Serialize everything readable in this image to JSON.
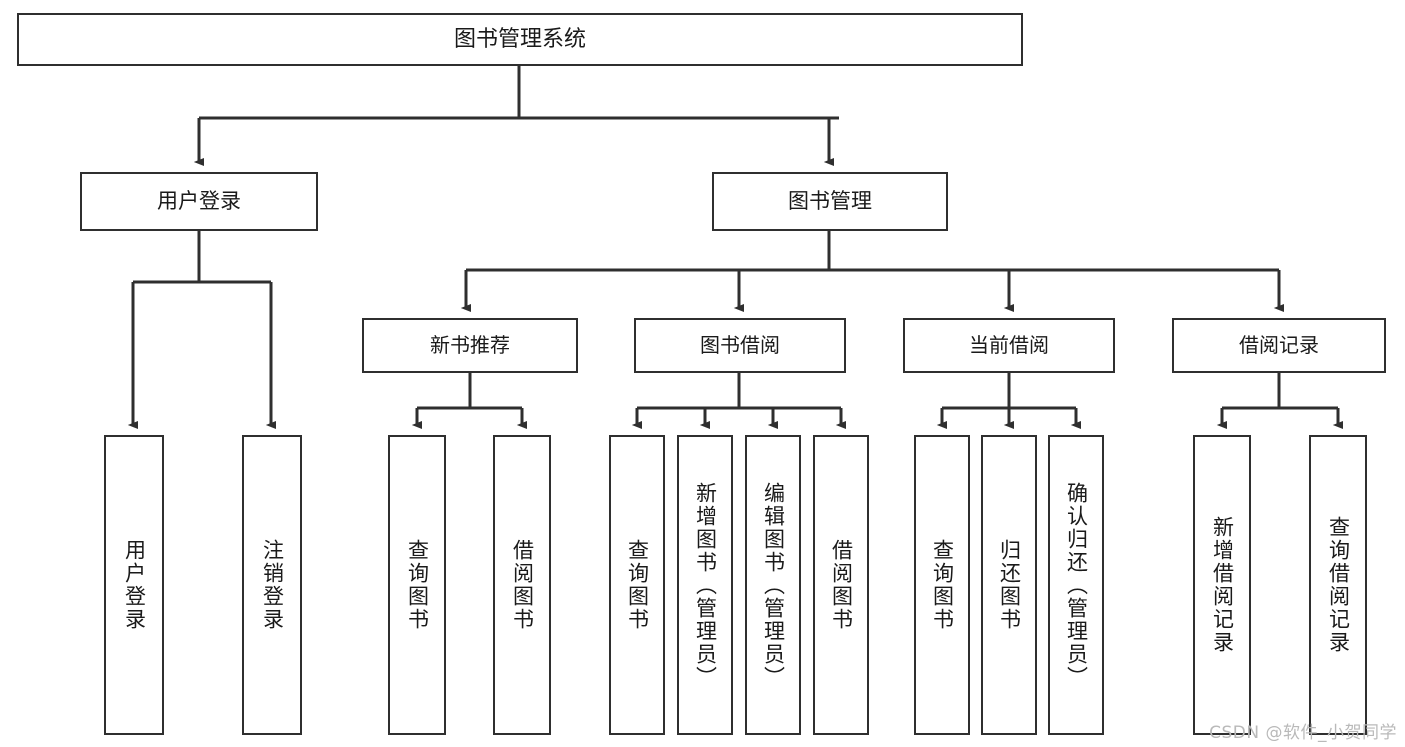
{
  "diagram": {
    "title": "图书管理系统",
    "type": "tree-hierarchy-diagram",
    "watermark": "CSDN @软件_小贺同学",
    "colors": {
      "stroke": "#2f2f2f",
      "fill": "#ffffff",
      "text": "#1a1a1a",
      "watermark": "#b9b9b9"
    },
    "nodes": {
      "root": {
        "label": "图书管理系统"
      },
      "level2": [
        {
          "id": "user-login",
          "label": "用户登录"
        },
        {
          "id": "book-management",
          "label": "图书管理"
        }
      ],
      "level3": [
        {
          "id": "new-book-recommend",
          "label": "新书推荐"
        },
        {
          "id": "book-borrow",
          "label": "图书借阅"
        },
        {
          "id": "current-borrow",
          "label": "当前借阅"
        },
        {
          "id": "borrow-record",
          "label": "借阅记录"
        }
      ],
      "leaves": {
        "user-login": [
          {
            "id": "leaf-user-login",
            "label": "用户登录"
          },
          {
            "id": "leaf-logout-login",
            "label": "注销登录"
          }
        ],
        "new-book-recommend": [
          {
            "id": "leaf-query-book-1",
            "label": "查询图书"
          },
          {
            "id": "leaf-borrow-book-1",
            "label": "借阅图书"
          }
        ],
        "book-borrow": [
          {
            "id": "leaf-query-book-2",
            "label": "查询图书"
          },
          {
            "id": "leaf-add-book",
            "label": "新增图书（管理员）"
          },
          {
            "id": "leaf-edit-book",
            "label": "编辑图书（管理员）"
          },
          {
            "id": "leaf-borrow-book-2",
            "label": "借阅图书"
          }
        ],
        "current-borrow": [
          {
            "id": "leaf-query-book-3",
            "label": "查询图书"
          },
          {
            "id": "leaf-return-book",
            "label": "归还图书"
          },
          {
            "id": "leaf-confirm-return",
            "label": "确认归还（管理员）"
          }
        ],
        "borrow-record": [
          {
            "id": "leaf-add-record",
            "label": "新增借阅记录"
          },
          {
            "id": "leaf-query-record",
            "label": "查询借阅记录"
          }
        ]
      }
    }
  }
}
